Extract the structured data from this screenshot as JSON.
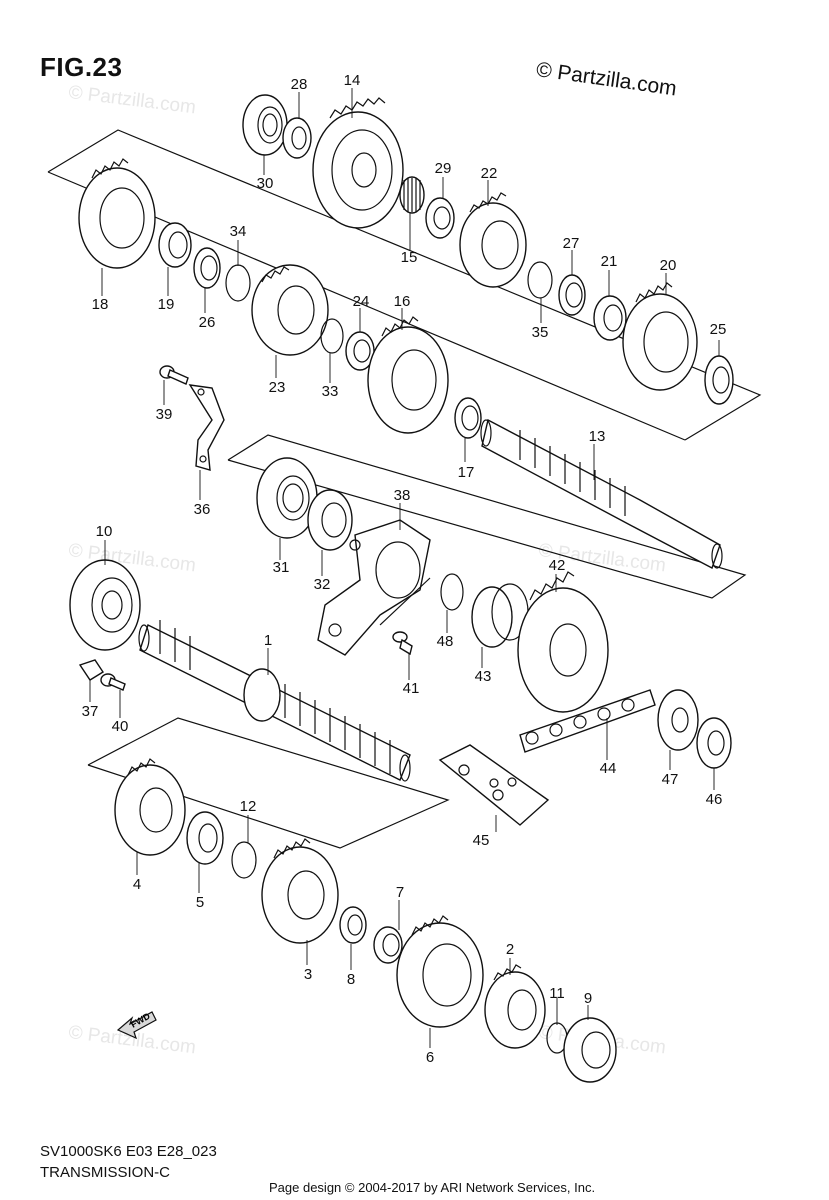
{
  "figure": {
    "title": "FIG.23",
    "copyright": "© Partzilla.com",
    "watermark": "© Partzilla.com"
  },
  "parts": [
    "1",
    "2",
    "3",
    "4",
    "5",
    "6",
    "7",
    "8",
    "9",
    "10",
    "11",
    "12",
    "13",
    "14",
    "15",
    "16",
    "17",
    "18",
    "19",
    "20",
    "21",
    "22",
    "23",
    "24",
    "25",
    "26",
    "27",
    "28",
    "29",
    "30",
    "31",
    "32",
    "33",
    "34",
    "35",
    "36",
    "37",
    "38",
    "39",
    "40",
    "41",
    "42",
    "43",
    "44",
    "45",
    "46",
    "47",
    "48"
  ],
  "direction_label": "FWD",
  "footer": {
    "model_code": "SV1000SK6 E03 E28_023",
    "section_name": "TRANSMISSION-C",
    "page_credit": "Page design © 2004-2017 by ARI Network Services, Inc."
  }
}
